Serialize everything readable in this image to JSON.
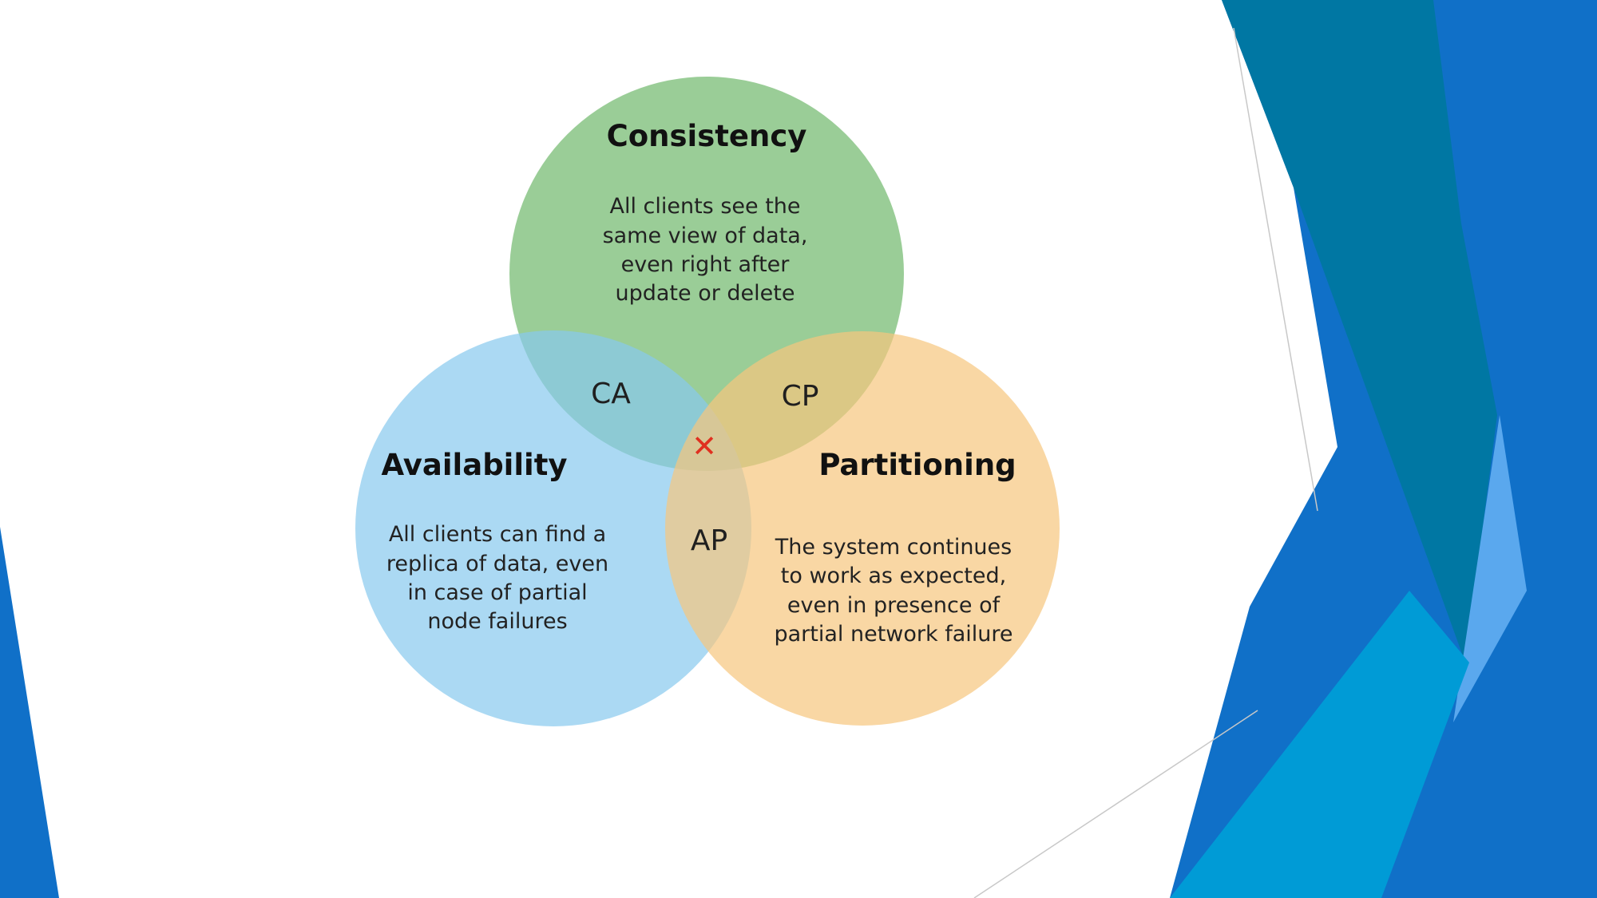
{
  "diagram": {
    "sets": {
      "consistency": {
        "title": "Consistency",
        "description": [
          "All clients see the",
          "same view of data,",
          "even right after",
          "update or delete"
        ],
        "color": "#8cc689"
      },
      "availability": {
        "title": "Availability",
        "description": [
          "All clients can find a",
          "replica of data, even",
          "in case of partial",
          "node failures"
        ],
        "color": "#88c9ee"
      },
      "partitioning": {
        "title": "Partitioning",
        "description": [
          "The system continues",
          "to work as expected,",
          "even in presence of",
          "partial network failure"
        ],
        "color": "#f6c67e"
      }
    },
    "intersections": {
      "ca": "CA",
      "cp": "CP",
      "ap": "AP"
    },
    "center_mark": "✕",
    "center_mark_color": "#e03020"
  },
  "theme": {
    "accent_dark_teal": "#0077a3",
    "accent_blue": "#1070c8",
    "accent_light_blue": "#5aa8ee",
    "accent_cyan": "#009bd6"
  }
}
